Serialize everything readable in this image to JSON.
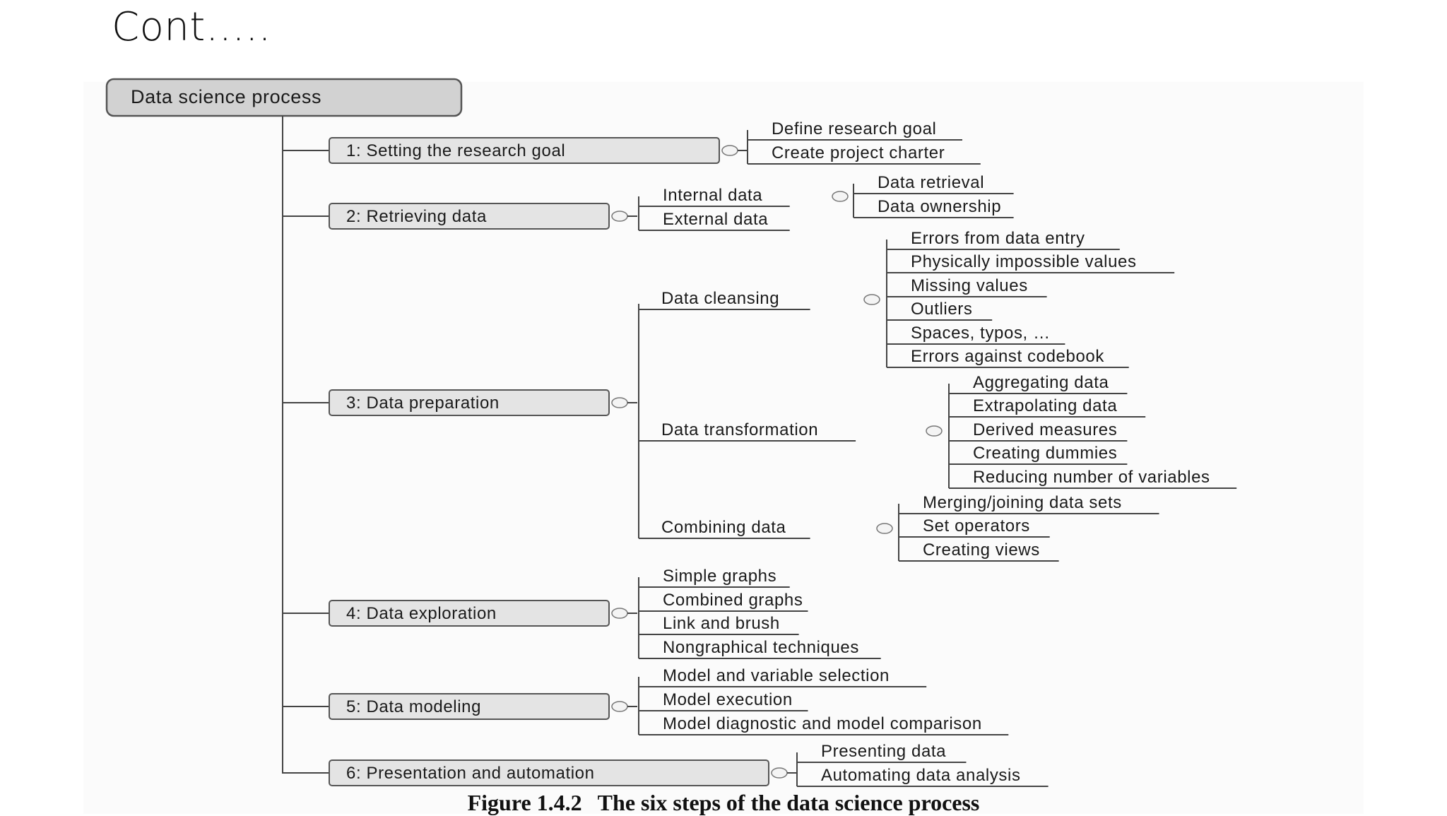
{
  "slide": {
    "title": "Cont….."
  },
  "diagram": {
    "root": "Data science process",
    "steps": [
      {
        "label": "1: Setting the research goal",
        "items": [
          "Define research goal",
          "Create project charter"
        ]
      },
      {
        "label": "2: Retrieving data",
        "items": [
          {
            "label": "Internal data",
            "items": [
              "Data retrieval",
              "Data ownership"
            ]
          },
          "External data"
        ]
      },
      {
        "label": "3: Data preparation",
        "items": [
          {
            "label": "Data cleansing",
            "items": [
              "Errors from data entry",
              "Physically impossible values",
              "Missing values",
              "Outliers",
              "Spaces, typos, …",
              "Errors against codebook"
            ]
          },
          {
            "label": "Data transformation",
            "items": [
              "Aggregating data",
              "Extrapolating data",
              "Derived measures",
              "Creating dummies",
              "Reducing number of variables"
            ]
          },
          {
            "label": "Combining data",
            "items": [
              "Merging/joining data sets",
              "Set operators",
              "Creating views"
            ]
          }
        ]
      },
      {
        "label": "4: Data exploration",
        "items": [
          "Simple graphs",
          "Combined graphs",
          "Link and brush",
          "Nongraphical techniques"
        ]
      },
      {
        "label": "5: Data modeling",
        "items": [
          "Model and variable selection",
          "Model execution",
          "Model diagnostic and model comparison"
        ]
      },
      {
        "label": "6: Presentation and automation",
        "items": [
          "Presenting data",
          "Automating data analysis"
        ]
      }
    ],
    "colors": {
      "box_fill": "#e4e4e4",
      "root_fill": "#d2d2d2",
      "line": "#444444",
      "text": "#1a1a1a"
    }
  },
  "caption": {
    "number": "Figure 1.4.2",
    "text": "The six steps of the data science process"
  }
}
